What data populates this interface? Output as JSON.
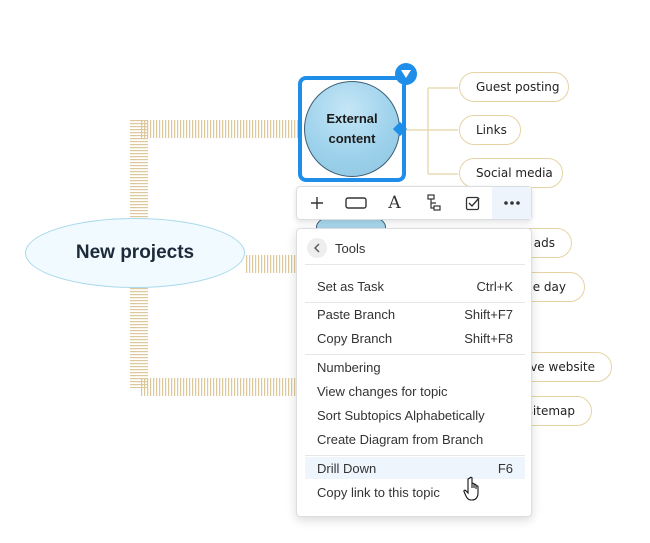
{
  "central_topic": "New projects",
  "selected_topic": {
    "line1": "External",
    "line2": "content"
  },
  "subtopics": [
    {
      "label": "Guest posting"
    },
    {
      "label": "Links"
    },
    {
      "label": "Social media"
    },
    {
      "label": "l ads"
    },
    {
      "label": "he day"
    },
    {
      "label": "ove website"
    },
    {
      "label": "sitemap"
    }
  ],
  "toolbar": {
    "items": [
      "add-topic",
      "shape",
      "text-format",
      "layout",
      "task",
      "more"
    ]
  },
  "menu": {
    "header": "Tools",
    "groups": [
      [
        {
          "label": "Set as Task",
          "shortcut": "Ctrl+K"
        }
      ],
      [
        {
          "label": "Paste Branch",
          "shortcut": "Shift+F7"
        },
        {
          "label": "Copy Branch",
          "shortcut": "Shift+F8"
        }
      ],
      [
        {
          "label": "Numbering",
          "shortcut": ""
        },
        {
          "label": "View changes for topic",
          "shortcut": ""
        },
        {
          "label": "Sort Subtopics Alphabetically",
          "shortcut": ""
        },
        {
          "label": "Create Diagram from Branch",
          "shortcut": ""
        }
      ],
      [
        {
          "label": "Drill Down",
          "shortcut": "F6"
        },
        {
          "label": "Copy link to this topic",
          "shortcut": ""
        }
      ]
    ]
  },
  "colors": {
    "accent": "#1e8ee8",
    "branch": "#e6d3a4",
    "central_border": "#a9d8ec",
    "hover": "#eef5fc"
  }
}
